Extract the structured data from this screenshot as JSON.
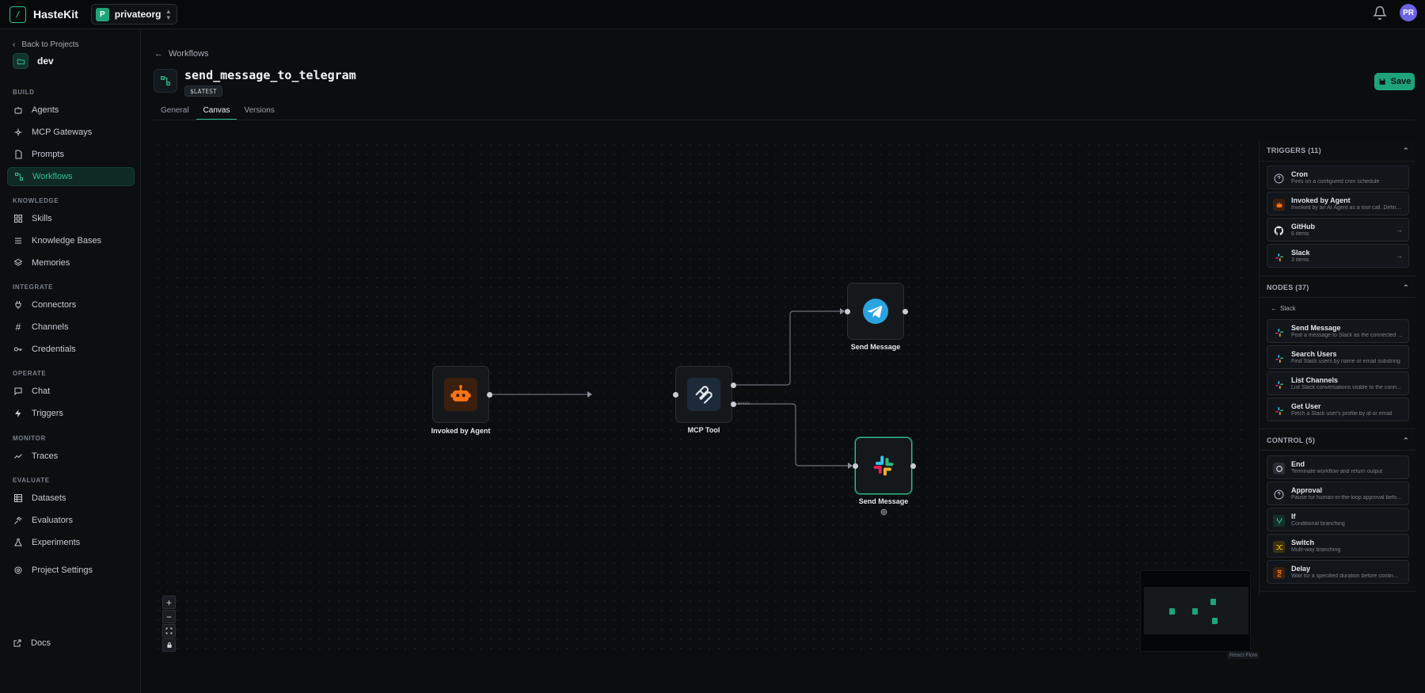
{
  "app": {
    "name": "HasteKit"
  },
  "org": {
    "initial": "P",
    "name": "privateorg"
  },
  "user": {
    "initials": "PR"
  },
  "sidebar": {
    "back_label": "Back to Projects",
    "project": "dev",
    "sections": {
      "build": "BUILD",
      "knowledge": "KNOWLEDGE",
      "integrate": "INTEGRATE",
      "operate": "OPERATE",
      "monitor": "MONITOR",
      "evaluate": "EVALUATE"
    },
    "items": {
      "agents": "Agents",
      "mcp": "MCP Gateways",
      "prompts": "Prompts",
      "workflows": "Workflows",
      "skills": "Skills",
      "kb": "Knowledge Bases",
      "memories": "Memories",
      "connectors": "Connectors",
      "channels": "Channels",
      "credentials": "Credentials",
      "chat": "Chat",
      "triggers": "Triggers",
      "traces": "Traces",
      "datasets": "Datasets",
      "evaluators": "Evaluators",
      "experiments": "Experiments",
      "settings": "Project Settings"
    },
    "docs": "Docs"
  },
  "header": {
    "breadcrumb": "Workflows",
    "title": "send_message_to_telegram",
    "badge": "$LATEST",
    "save": "Save",
    "tabs": [
      "General",
      "Canvas",
      "Versions"
    ]
  },
  "canvas": {
    "nodes": {
      "agent": "Invoked by Agent",
      "mcp": "MCP Tool",
      "telegram": "Send Message",
      "slack": "Send Message"
    },
    "error_label": "error",
    "attribution": "React Flow"
  },
  "panel": {
    "triggers_head": "TRIGGERS (11)",
    "triggers": [
      {
        "title": "Cron",
        "desc": "Fires on a configured cron schedule"
      },
      {
        "title": "Invoked by Agent",
        "desc": "Invoked by an AI Agent as a tool call. Defin..."
      },
      {
        "title": "GitHub",
        "desc": "6 items"
      },
      {
        "title": "Slack",
        "desc": "3 items"
      }
    ],
    "nodes_head": "NODES (37)",
    "slack_back": "Slack",
    "nodes": [
      {
        "title": "Send Message",
        "desc": "Post a message to Slack as the connected ..."
      },
      {
        "title": "Search Users",
        "desc": "Find Slack users by name or email substring"
      },
      {
        "title": "List Channels",
        "desc": "List Slack conversations visible to the conn..."
      },
      {
        "title": "Get User",
        "desc": "Fetch a Slack user's profile by id or email"
      }
    ],
    "control_head": "CONTROL (5)",
    "control": [
      {
        "title": "End",
        "desc": "Terminate workflow and return output"
      },
      {
        "title": "Approval",
        "desc": "Pause for human-in-the-loop approval befo..."
      },
      {
        "title": "If",
        "desc": "Conditional branching"
      },
      {
        "title": "Switch",
        "desc": "Multi-way branching"
      },
      {
        "title": "Delay",
        "desc": "Wait for a specified duration before contin..."
      }
    ]
  },
  "colors": {
    "accent": "#2ec08c",
    "save": "#1fa37a",
    "avatar": "#6e62e5"
  }
}
